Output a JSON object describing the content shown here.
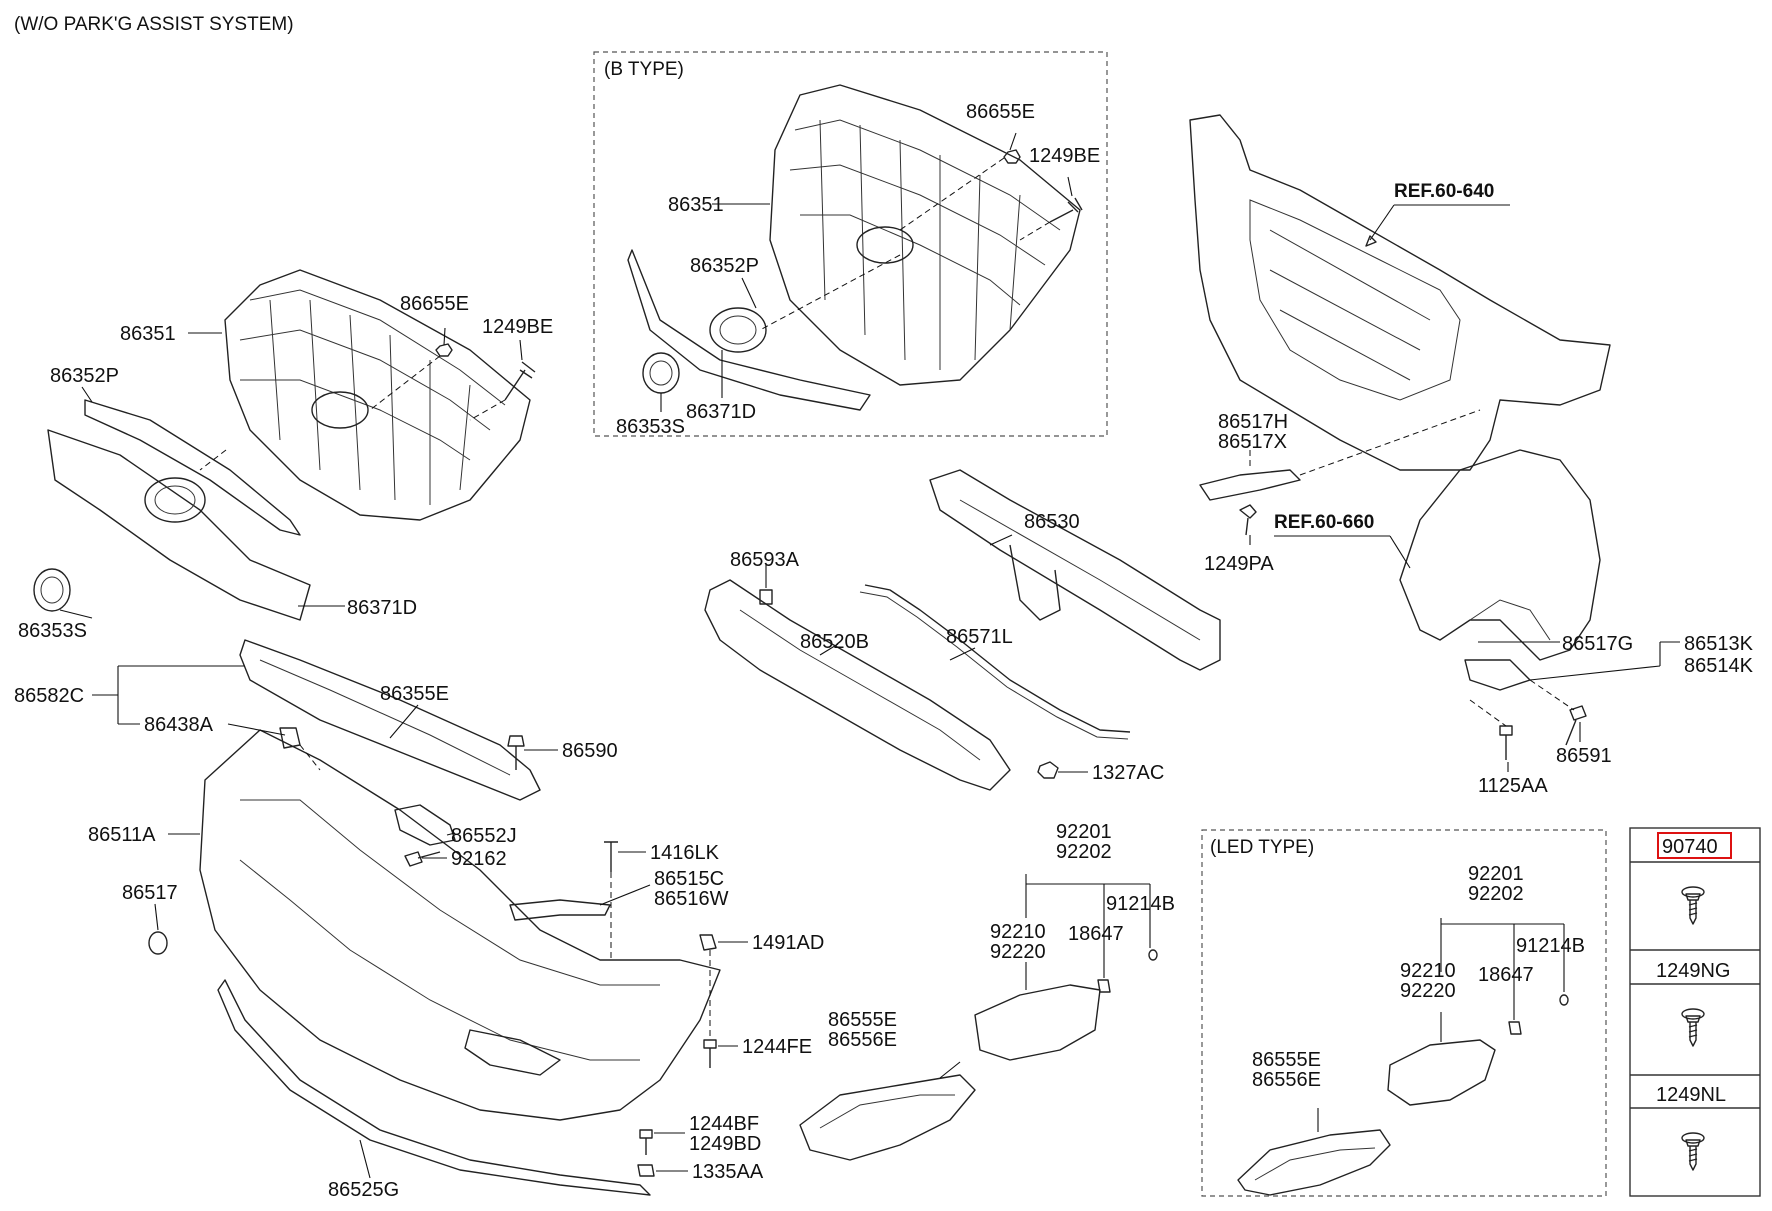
{
  "header": {
    "title": "(W/O PARK'G ASSIST SYSTEM)"
  },
  "sections": {
    "b_type": "(B TYPE)",
    "led_type": "(LED TYPE)"
  },
  "references": {
    "ref1": "REF.60-640",
    "ref2": "REF.60-660"
  },
  "labels": {
    "grille_main": "86351",
    "emblem_nut_main": "86655E",
    "screw_main": "1249BE",
    "moulding_main": "86352P",
    "emblem_main": "86353S",
    "trim_main": "86371D",
    "grille_b": "86351",
    "emblem_nut_b": "86655E",
    "screw_b": "1249BE",
    "moulding_b": "86352P",
    "emblem_b": "86353S",
    "trim_b": "86371D",
    "bracket_h": "86517H",
    "bracket_x": "86517X",
    "screw_pa": "1249PA",
    "beam": "86530",
    "clip_593a": "86593A",
    "absorber": "86520B",
    "strip_571l": "86571L",
    "bracket_g": "86517G",
    "bracket_k1": "86513K",
    "bracket_k2": "86514K",
    "bolt_591": "86591",
    "bolt_1125": "1125AA",
    "nut_1327": "1327AC",
    "cover_582c": "86582C",
    "seal_355e": "86355E",
    "clip_438a": "86438A",
    "screw_590": "86590",
    "bumper": "86511A",
    "bracket_552j": "86552J",
    "screw_162": "92162",
    "cap_517": "86517",
    "pin_1416": "1416LK",
    "bracket_515c": "86515C",
    "bracket_516w": "86516W",
    "clip_1491": "1491AD",
    "screw_1244fe": "1244FE",
    "screw_1244bf": "1244BF",
    "screw_1249bd": "1249BD",
    "clip_1335": "1335AA",
    "lip_525g": "86525G",
    "lamp_201": "92201",
    "lamp_202": "92202",
    "lamp_210": "92210",
    "lamp_220": "92220",
    "socket_647": "18647",
    "bulb_214b": "91214B",
    "bezel_555e": "86555E",
    "bezel_556e": "86556E",
    "led_lamp_201": "92201",
    "led_lamp_202": "92202",
    "led_lamp_210": "92210",
    "led_lamp_220": "92220",
    "led_socket_647": "18647",
    "led_bulb_214b": "91214B",
    "led_bezel_555e": "86555E",
    "led_bezel_556e": "86556E"
  },
  "legend": {
    "items": [
      "90740",
      "1249NG",
      "1249NL"
    ]
  }
}
